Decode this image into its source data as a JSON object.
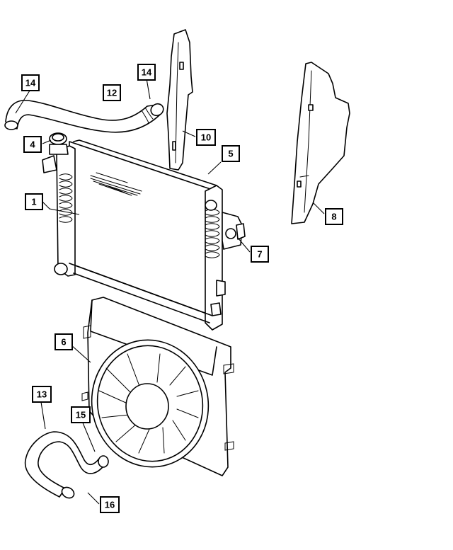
{
  "callouts": [
    {
      "id": "c1",
      "label": "1"
    },
    {
      "id": "c4",
      "label": "4"
    },
    {
      "id": "c5",
      "label": "5"
    },
    {
      "id": "c6",
      "label": "6"
    },
    {
      "id": "c7",
      "label": "7"
    },
    {
      "id": "c8",
      "label": "8"
    },
    {
      "id": "c10",
      "label": "10"
    },
    {
      "id": "c12",
      "label": "12"
    },
    {
      "id": "c13",
      "label": "13"
    },
    {
      "id": "c14a",
      "label": "14"
    },
    {
      "id": "c14b",
      "label": "14"
    },
    {
      "id": "c15",
      "label": "15"
    },
    {
      "id": "c16",
      "label": "16"
    }
  ]
}
